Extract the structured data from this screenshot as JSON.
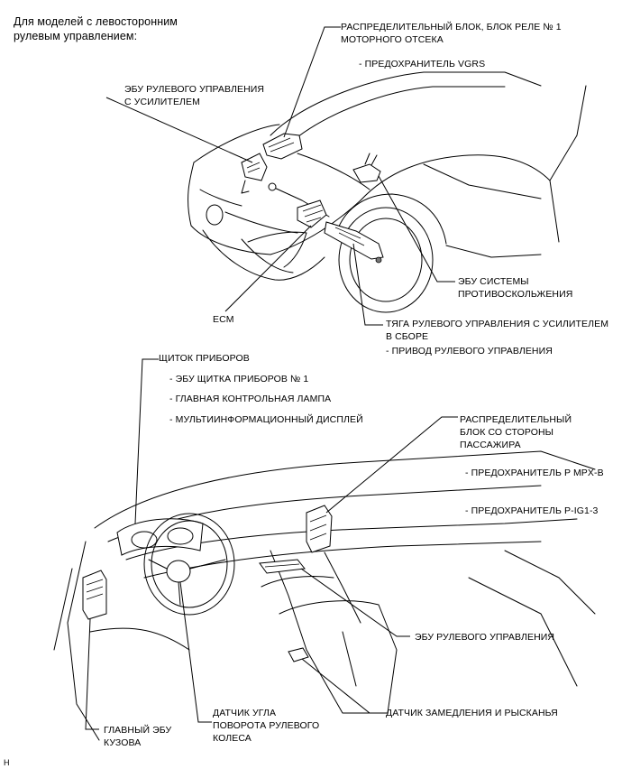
{
  "heading": {
    "line1": "Для моделей с левосторонним",
    "line2": "рулевым управлением:"
  },
  "top_diagram": {
    "engine_relay_block": {
      "line1": "РАСПРЕДЕЛИТЕЛЬНЫЙ БЛОК, БЛОК РЕЛЕ № 1",
      "line2": "МОТОРНОГО ОТСЕКА",
      "item": "- ПРЕДОХРАНИТЕЛЬ VGRS"
    },
    "power_steering_ecu": {
      "line1": "ЭБУ РУЛЕВОГО УПРАВЛЕНИЯ",
      "line2": "С УСИЛИТЕЛЕМ"
    },
    "skid_control_ecu": {
      "line1": "ЭБУ СИСТЕМЫ",
      "line2": "ПРОТИВОСКОЛЬЖЕНИЯ"
    },
    "ecm": "ECM",
    "steering_link": {
      "line1": "ТЯГА РУЛЕВОГО УПРАВЛЕНИЯ С УСИЛИТЕЛЕМ",
      "line2": "В СБОРЕ",
      "item": "- ПРИВОД РУЛЕВОГО УПРАВЛЕНИЯ"
    }
  },
  "bottom_diagram": {
    "combination_meter": {
      "title": "ЩИТОК ПРИБОРОВ",
      "item1": "- ЭБУ ЩИТКА ПРИБОРОВ № 1",
      "item2": "- ГЛАВНАЯ КОНТРОЛЬНАЯ ЛАМПА",
      "item3": "- МУЛЬТИИНФОРМАЦИОННЫЙ ДИСПЛЕЙ"
    },
    "passenger_junction_block": {
      "line1": "РАСПРЕДЕЛИТЕЛЬНЫЙ",
      "line2": "БЛОК СО СТОРОНЫ",
      "line3": "ПАССАЖИРА",
      "item1": "- ПРЕДОХРАНИТЕЛЬ P MPX-B",
      "item2": "- ПРЕДОХРАНИТЕЛЬ P-IG1-3"
    },
    "steering_ecu": "ЭБУ РУЛЕВОГО УПРАВЛЕНИЯ",
    "yaw_rate_sensor": "ДАТЧИК ЗАМЕДЛЕНИЯ И РЫСКАНЬЯ",
    "steering_angle_sensor": {
      "line1": "ДАТЧИК УГЛА",
      "line2": "ПОВОРОТА РУЛЕВОГО",
      "line3": "КОЛЕСА"
    },
    "main_body_ecu": {
      "line1": "ГЛАВНЫЙ ЭБУ",
      "line2": "КУЗОВА"
    }
  },
  "footer_mark": "H"
}
